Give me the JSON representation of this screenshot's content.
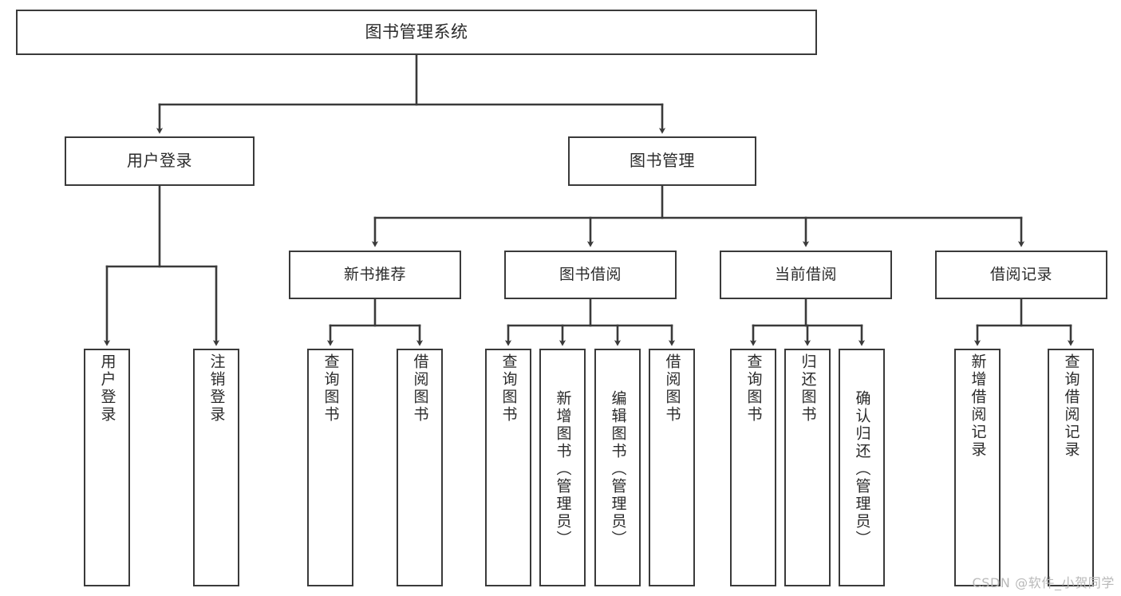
{
  "diagram": {
    "title": "图书管理系统",
    "type": "tree-hierarchy-diagram",
    "root": {
      "label": "图书管理系统"
    },
    "level1": [
      {
        "label": "用户登录"
      },
      {
        "label": "图书管理"
      }
    ],
    "level2": [
      {
        "label": "新书推荐"
      },
      {
        "label": "图书借阅"
      },
      {
        "label": "当前借阅"
      },
      {
        "label": "借阅记录"
      }
    ],
    "leaves": {
      "user_login": [
        {
          "label": "用户登录"
        },
        {
          "label": "注销登录"
        }
      ],
      "new_book_recommend": [
        {
          "label": "查询图书"
        },
        {
          "label": "借阅图书"
        }
      ],
      "book_borrow": [
        {
          "label": "查询图书"
        },
        {
          "label": "新增图书（管理员）"
        },
        {
          "label": "编辑图书（管理员）"
        },
        {
          "label": "借阅图书"
        }
      ],
      "current_borrow": [
        {
          "label": "查询图书"
        },
        {
          "label": "归还图书"
        },
        {
          "label": "确认归还（管理员）"
        }
      ],
      "borrow_record": [
        {
          "label": "新增借阅记录"
        },
        {
          "label": "查询借阅记录"
        }
      ]
    }
  },
  "watermark": {
    "text": "CSDN @软件_小贺同学"
  },
  "colors": {
    "border": "#3a3a3a",
    "text": "#2b2b2b",
    "background": "#ffffff",
    "watermark": "#b9b9b9"
  }
}
